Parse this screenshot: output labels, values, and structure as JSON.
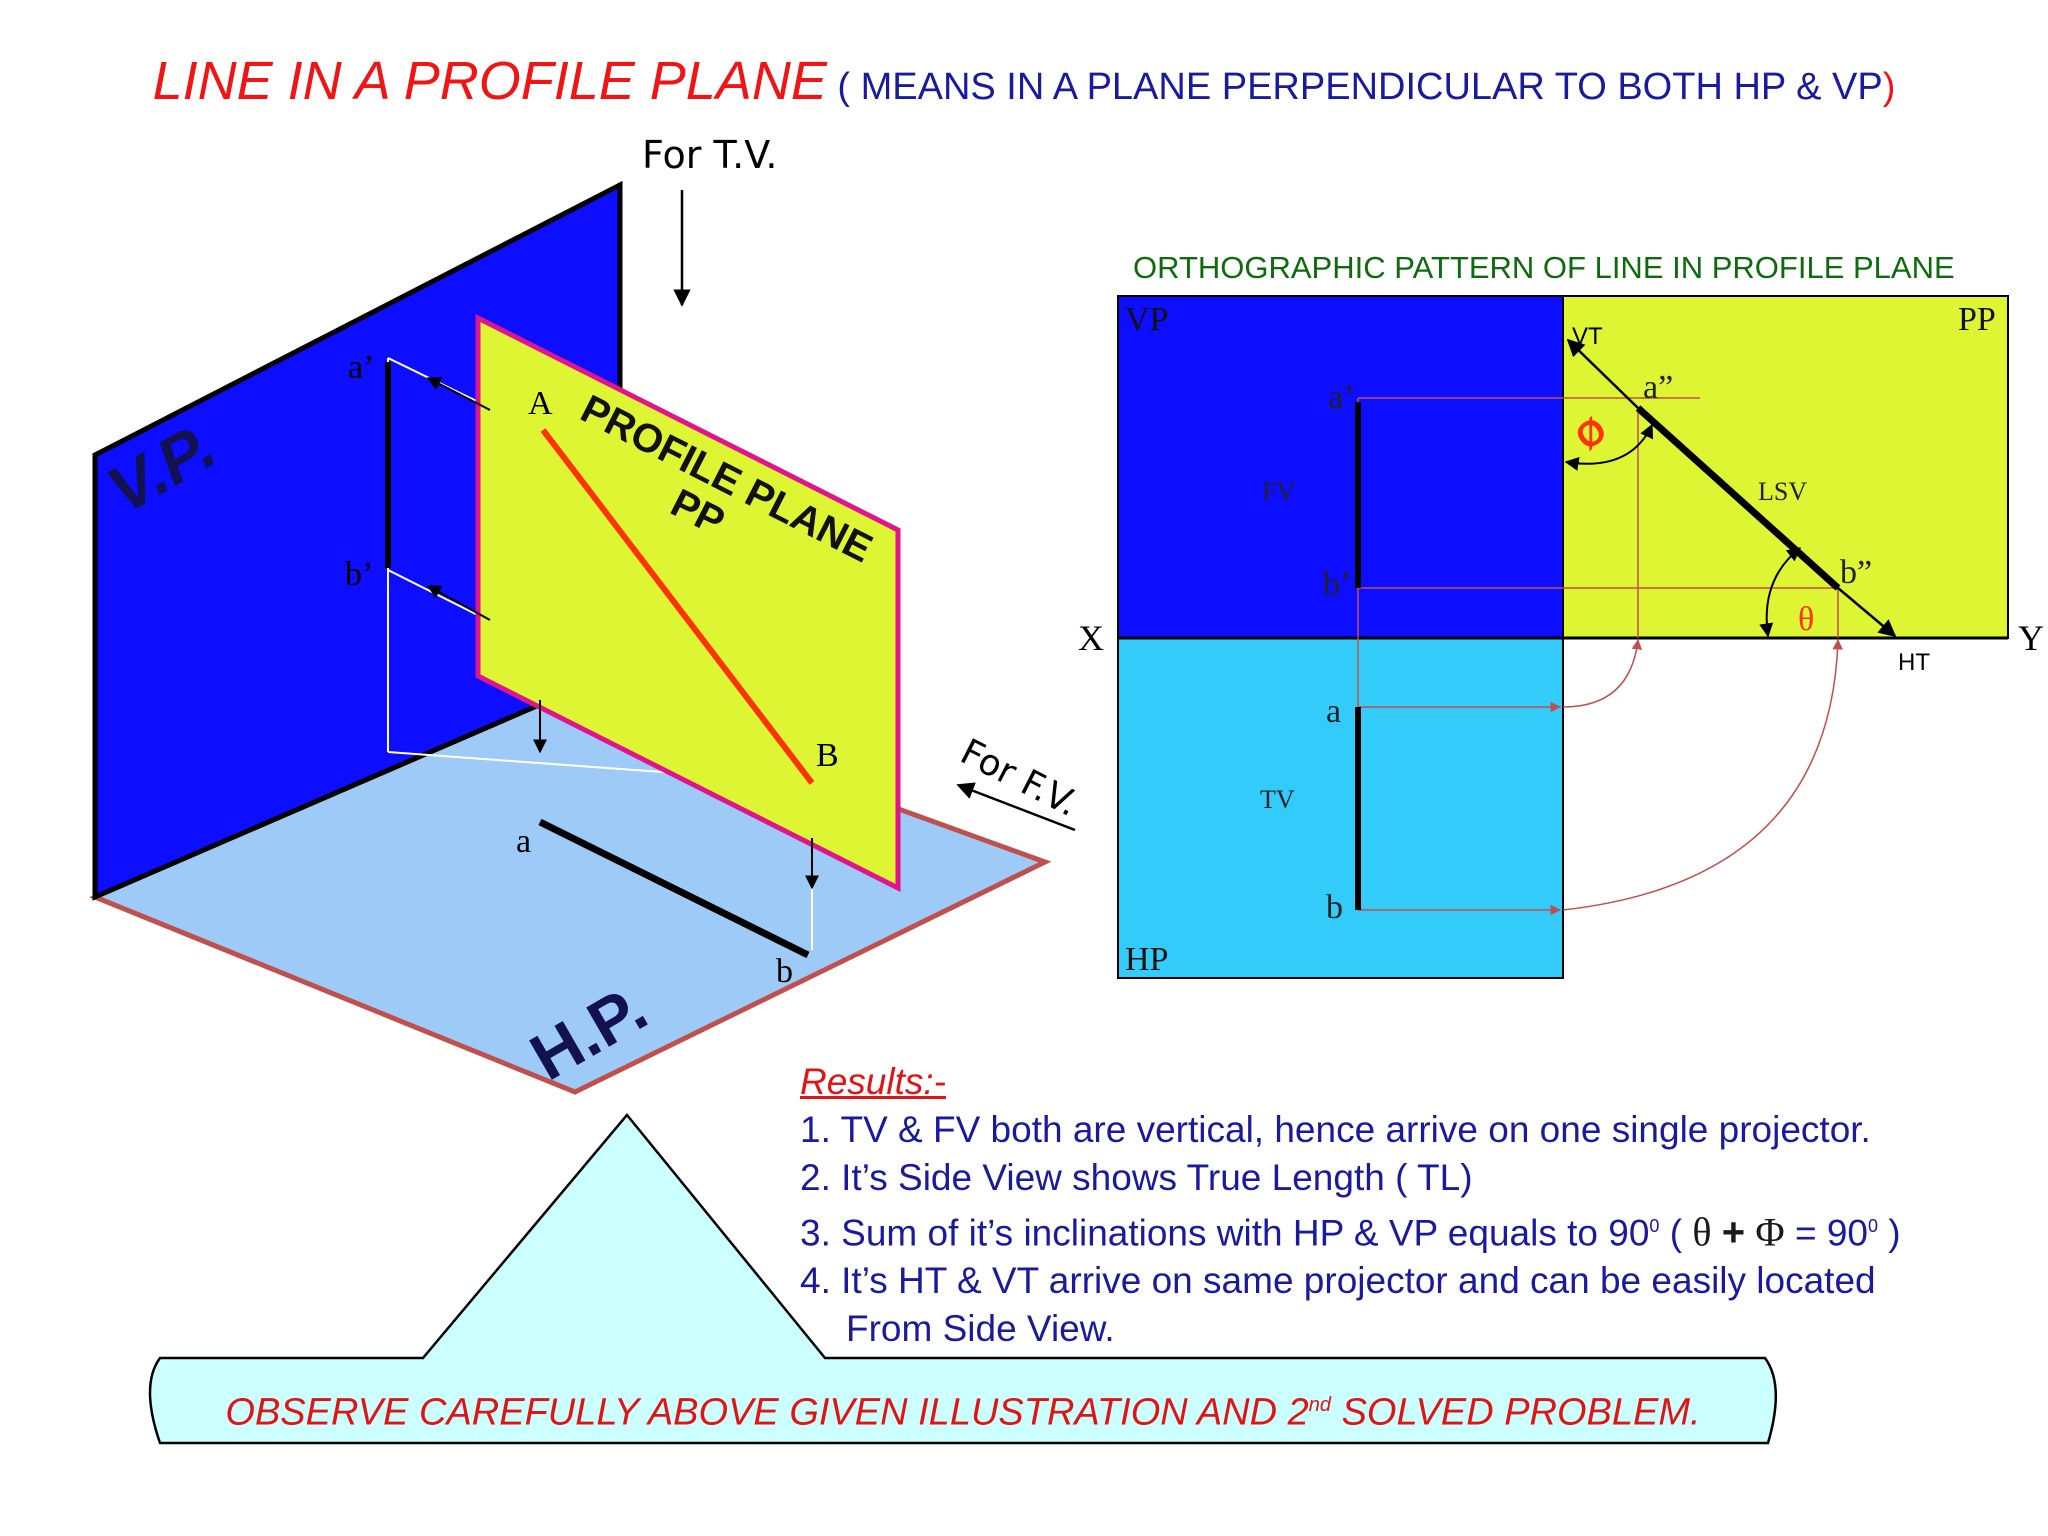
{
  "title": {
    "main": "LINE IN A PROFILE PLANE",
    "sub": " ( MEANS IN A PLANE PERPENDICULAR TO BOTH HP & VP",
    "close": ")"
  },
  "pictorial": {
    "for_tv": "For T.V.",
    "for_fv": "For F.V.",
    "vp_label": "V.P.",
    "hp_label": "H.P.",
    "pp_label_1": "PROFILE PLANE",
    "pp_label_2": "PP",
    "point_A": "A",
    "point_B": "B",
    "a_prime": "a’",
    "b_prime": "b’",
    "a": "a",
    "b": "b"
  },
  "ortho": {
    "heading": "ORTHOGRAPHIC PATTERN OF LINE IN PROFILE PLANE",
    "vp": "VP",
    "pp": "PP",
    "hp": "HP",
    "x": "X",
    "y": "Y",
    "fv": "FV",
    "tv": "TV",
    "lsv": "LSV",
    "vt": "VT",
    "ht": "HT",
    "a_prime": "a’",
    "b_prime": "b’",
    "a_dprime": "a”",
    "b_dprime": "b”",
    "a": "a",
    "b": "b",
    "phi": "Ø",
    "theta": "θ"
  },
  "results": {
    "heading": "Results:-",
    "item1": "1. TV & FV both are vertical, hence arrive on one single projector.",
    "item2": "2. It’s Side View shows True Length ( TL)",
    "item3_pre": "3. Sum of it’s inclinations with HP & VP equals to 90",
    "item3_sup": "0",
    "item3_open": " ( ",
    "theta": "θ",
    "plus": "+",
    "phi": "Φ",
    "item3_eq": " = 90",
    "item3_sup2": "0",
    "item3_close": " )",
    "item4a": "4. It’s HT & VT arrive on same projector and can be easily located",
    "item4b": "From Side View."
  },
  "note": {
    "pre": "OBSERVE CAREFULLY ABOVE GIVEN ILLUSTRATION AND 2",
    "sup": "nd",
    "post": " SOLVED PROBLEM."
  },
  "colors": {
    "vp_blue": "#0d0dff",
    "hp_light_blue": "#9dcaf7",
    "pp_yellow_green": "#ddf532",
    "ortho_hp": "#33ccfa",
    "note_fill": "#ccffff",
    "title_red": "#f01414",
    "text_navy": "#1a1a9e",
    "line_red": "#ff3300",
    "projector_red": "#c0504d"
  }
}
